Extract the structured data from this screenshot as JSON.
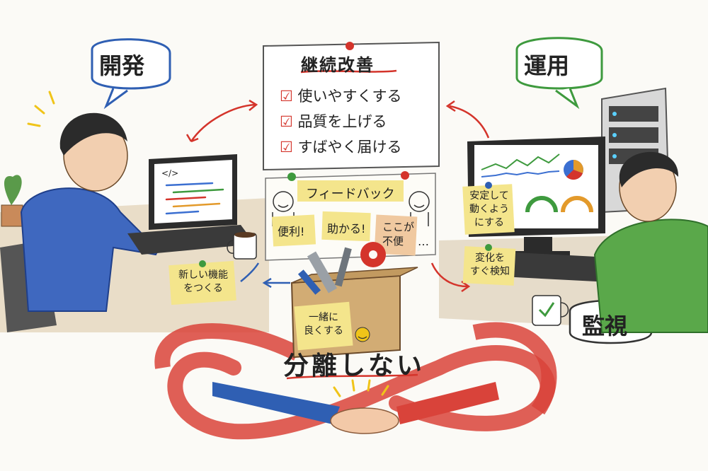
{
  "bubbles": {
    "dev": "開発",
    "ops": "運用",
    "monitor": "監視"
  },
  "board": {
    "title": "継続改善",
    "items": [
      "使いやすくする",
      "品質を上げる",
      "すばやく届ける"
    ]
  },
  "feedback": {
    "title": "フィードバック",
    "notes": [
      "便利!",
      "助かる!",
      "ここが",
      "不便",
      "…"
    ]
  },
  "sticky": {
    "dev_note": [
      "新しい機能",
      "をつくる"
    ],
    "stable_note": [
      "安定して",
      "動くよう",
      "にする"
    ],
    "change_note": [
      "変化を",
      "すぐ検知"
    ],
    "box_note": [
      "一緒に",
      "良くする"
    ]
  },
  "screen": {
    "code_tag": "</>"
  },
  "slogan": "分離しない",
  "colors": {
    "dev_blue": "#2f5fb3",
    "ops_green": "#3e9a3e",
    "arrow_red": "#d4342b",
    "loop_red": "#d9433a",
    "sticky_yellow": "#f4e58c"
  }
}
